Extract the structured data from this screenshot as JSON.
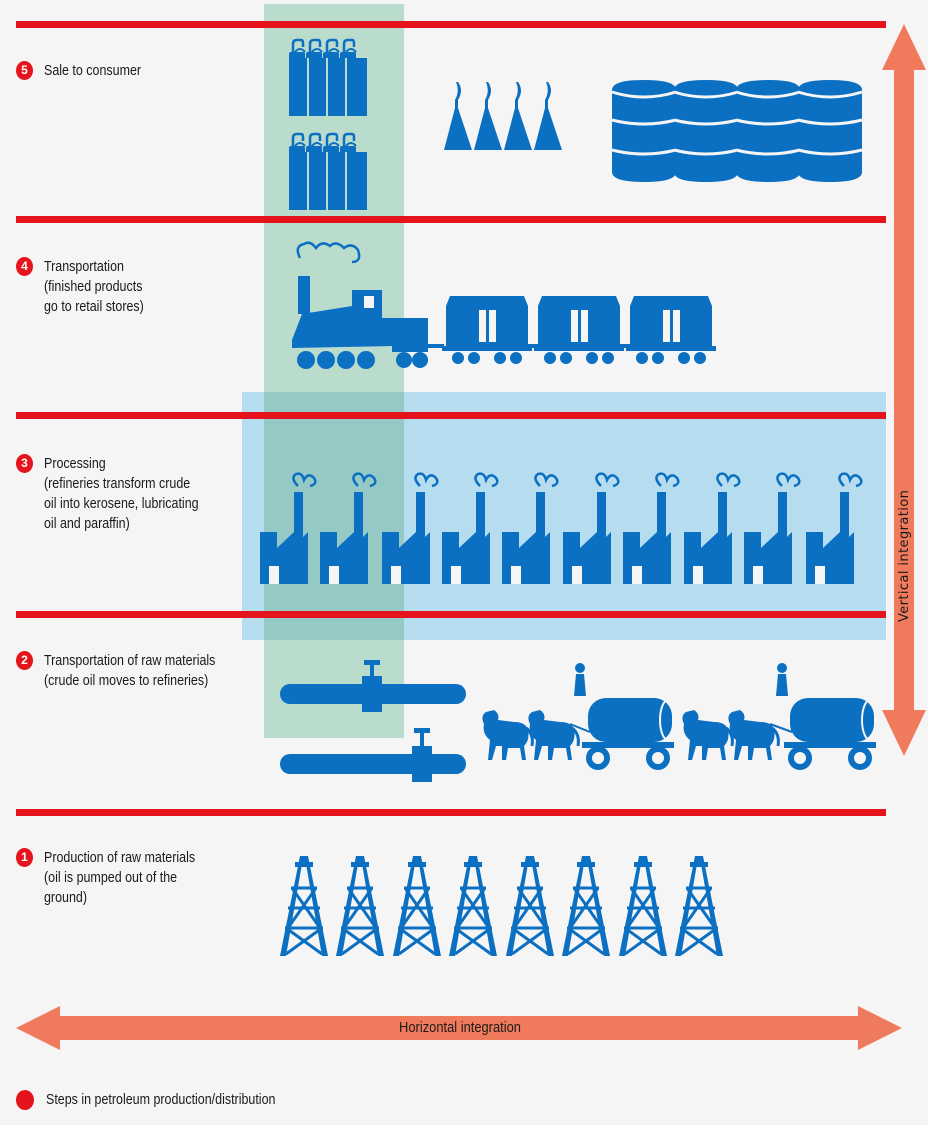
{
  "steps": [
    {
      "number": "5",
      "title": "Sale to consumer",
      "description": ""
    },
    {
      "number": "4",
      "title": "Transportation",
      "description": "(finished products\ngo to retail stores)"
    },
    {
      "number": "3",
      "title": "Processing",
      "description": "(refineries transform crude\noil into kerosene, lubricating\noil and paraffin)"
    },
    {
      "number": "2",
      "title": "Transportation of raw materials",
      "description": "(crude oil moves to refineries)"
    },
    {
      "number": "1",
      "title": "Production of raw materials",
      "description": "(oil is pumped out of the ground)"
    }
  ],
  "axes": {
    "vertical": "Vertical integration",
    "horizontal": "Horizontal integration"
  },
  "legend": {
    "text": "Steps in petroleum production/distribution"
  },
  "colors": {
    "icon": "#0b6fc2",
    "red": "#e5131b",
    "arrow": "#f07b5c",
    "green_band": "#b9dccc",
    "blue_band": "#b5dcef"
  },
  "icons": {
    "sale_cans": "oil-can-icon",
    "sale_funnels": "funnel-icon",
    "sale_barrels": "barrel-icon",
    "transport_train": "locomotive-icon",
    "transport_wagons": "freight-car-icon",
    "processing": "refinery-icon",
    "raw_transport_pipe": "pipeline-icon",
    "raw_transport_wagon": "horse-drawn-tanker-icon",
    "production": "oil-derrick-icon"
  }
}
